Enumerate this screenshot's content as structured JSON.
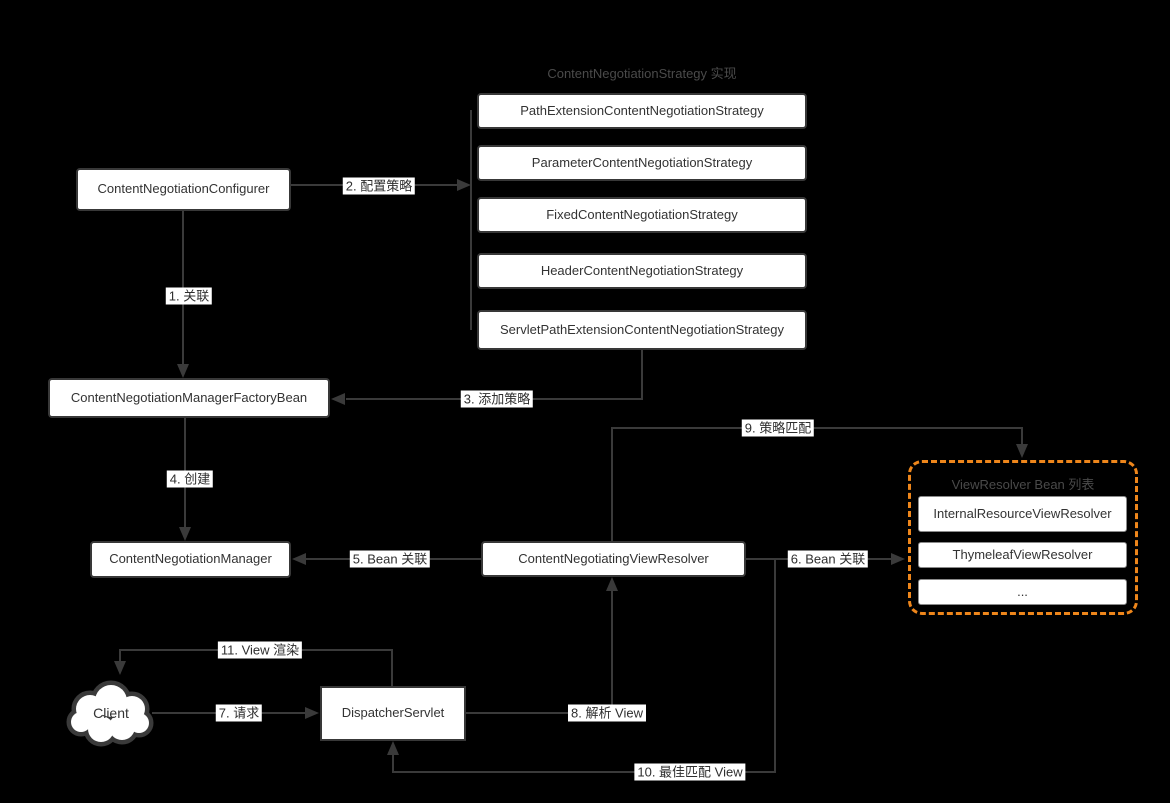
{
  "diagram": {
    "background_color": "#000000",
    "line_color": "#3a3a3a",
    "accent_orange": "#ee861b"
  },
  "titles": {
    "strategy_group": "ContentNegotiationStrategy 实现",
    "viewresolver_group": "ViewResolver Bean 列表"
  },
  "nodes": {
    "configurer": "ContentNegotiationConfigurer",
    "strategies": [
      "PathExtensionContentNegotiationStrategy",
      "ParameterContentNegotiationStrategy",
      "FixedContentNegotiationStrategy",
      "HeaderContentNegotiationStrategy",
      "ServletPathExtensionContentNegotiationStrategy"
    ],
    "factory_bean": "ContentNegotiationManagerFactoryBean",
    "manager": "ContentNegotiationManager",
    "negotiating_view_resolver": "ContentNegotiatingViewResolver",
    "view_resolvers": [
      "InternalResourceViewResolver",
      "ThymeleafViewResolver",
      "..."
    ],
    "dispatcher_servlet": "DispatcherServlet",
    "client": "Client"
  },
  "edges": {
    "e1": "1. 关联",
    "e2": "2. 配置策略",
    "e3": "3. 添加策略",
    "e4": "4. 创建",
    "e5": "5. Bean 关联",
    "e6": "6. Bean 关联",
    "e7": "7. 请求",
    "e8": "8. 解析 View",
    "e9": "9. 策略匹配",
    "e10": "10. 最佳匹配 View",
    "e11": "11. View 渲染"
  }
}
